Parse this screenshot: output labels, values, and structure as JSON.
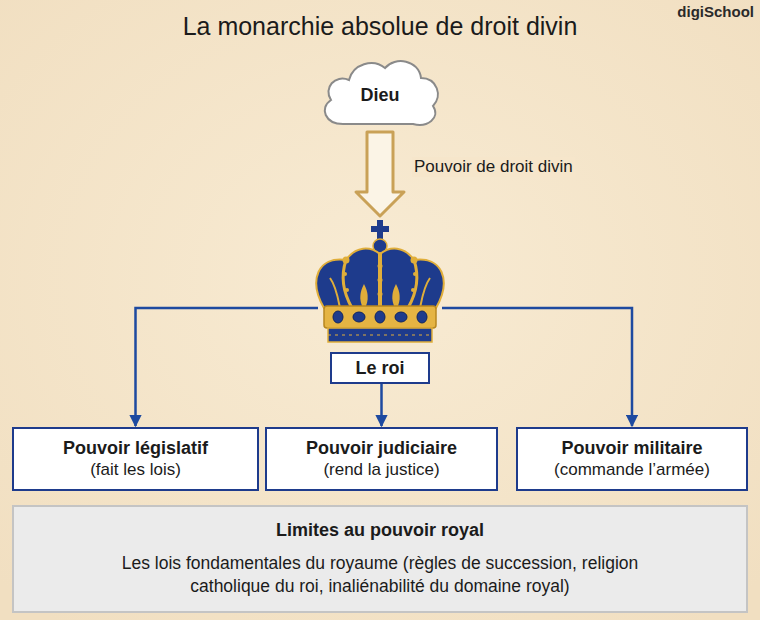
{
  "diagram": {
    "title": "La monarchie absolue de droit divin",
    "nodes": [
      {
        "text": [
          "Dieu"
        ]
      },
      {
        "text": [
          "Le roi"
        ]
      },
      {
        "text": [
          "Pouvoir législatif",
          "(fait les lois)"
        ]
      },
      {
        "text": [
          "Pouvoir judiciaire",
          "(rend la justice)"
        ]
      },
      {
        "text": [
          "Pouvoir militaire",
          "(commande l’armée)"
        ]
      },
      {
        "text": [
          "Limites au pouvoir royal",
          "Les lois fondamentales du royaume (règles de succession, religion catholique du roi, inaliénabilité du domaine royal)"
        ]
      }
    ],
    "edges": [
      {
        "from": 0,
        "to": 1,
        "label": "Pouvoir de droit divin",
        "arrow": "to"
      },
      {
        "from": 1,
        "to": 2,
        "arrow": "to"
      },
      {
        "from": 1,
        "to": 3,
        "arrow": "to"
      },
      {
        "from": 1,
        "to": 4,
        "arrow": "to"
      }
    ],
    "labels": [
      "digiSchool"
    ]
  }
}
